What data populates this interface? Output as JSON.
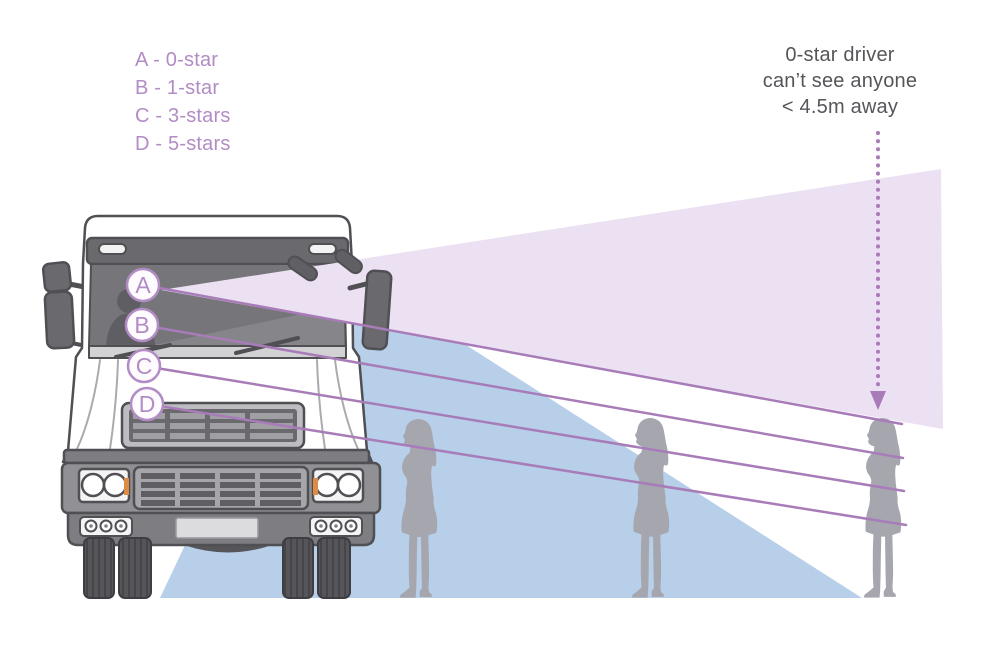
{
  "diagram": {
    "legend": {
      "items": [
        {
          "label": "A - 0-star"
        },
        {
          "label": "B - 1-star"
        },
        {
          "label": "C - 3-stars"
        },
        {
          "label": "D - 5-stars"
        }
      ]
    },
    "annotation": {
      "lines": [
        "0-star driver",
        "can’t see anyone",
        "< 4.5m away"
      ]
    },
    "markers": {
      "letters": [
        "A",
        "B",
        "C",
        "D"
      ]
    },
    "colors": {
      "vision_cone_purple": "#ECE1F2",
      "ground_vision_blue": "#B7CFE9",
      "sight_line_purple": "#A87CB8",
      "marker_purple": "#B28CC4",
      "annotation_gray": "#56565A",
      "figure_gray": "#A6A6AF"
    }
  }
}
